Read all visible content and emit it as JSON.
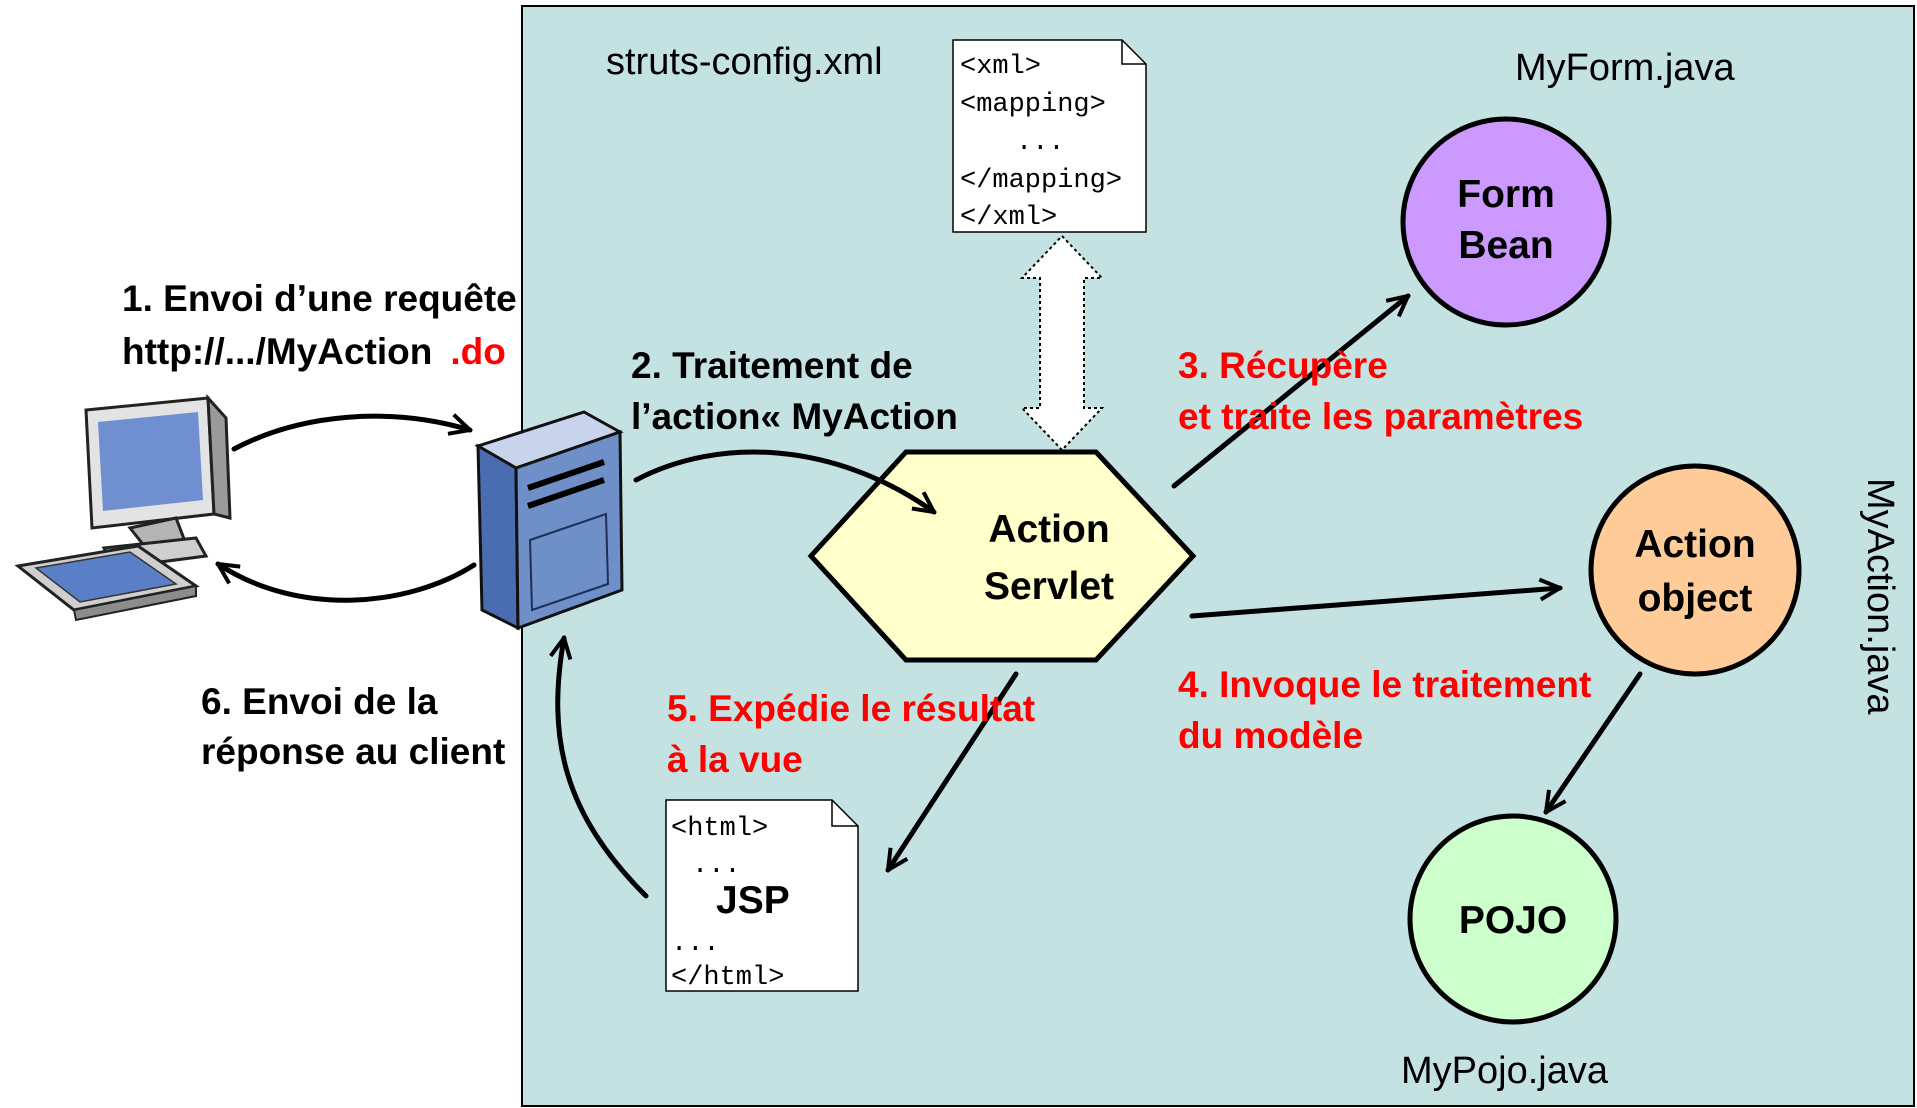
{
  "colors": {
    "container": "#c5e2e3",
    "container_border": "#000000",
    "red_text": "#ff0000",
    "form_bean": "#cc99ff",
    "action_object": "#ffcc99",
    "pojo": "#ccffcc",
    "action_servlet": "#ffffcc",
    "computer_screen": "#6f8fd0",
    "server_body": "#6f8fc8"
  },
  "files": {
    "struts_config": "struts-config.xml",
    "my_form": "MyForm.java",
    "my_action": "MyAction.java",
    "my_pojo": "MyPojo.java"
  },
  "xml_doc": {
    "lines": [
      "<xml>",
      "<mapping>",
      "...",
      "</mapping>",
      "</xml>"
    ]
  },
  "jsp_doc": {
    "lines": [
      "<html>",
      "...",
      "JSP",
      "...",
      "</html>"
    ]
  },
  "nodes": {
    "action_servlet": [
      "Action",
      "Servlet"
    ],
    "form_bean": [
      "Form",
      "Bean"
    ],
    "action_object": [
      "Action",
      "object"
    ],
    "pojo": [
      "POJO"
    ]
  },
  "steps": {
    "step1": {
      "line1": "1. Envoi d’une requête",
      "line2_main": "http://.../MyAction",
      "line2_ext": ".do"
    },
    "step2": {
      "line1": "2. Traitement de",
      "line2": "l’action« MyAction"
    },
    "step3": {
      "line1": "3. Récupère",
      "line2": "et traite les paramètres"
    },
    "step4": {
      "line1": "4. Invoque le traitement",
      "line2": "du modèle"
    },
    "step5": {
      "line1": "5. Expédie le résultat",
      "line2": "à la vue"
    },
    "step6": {
      "line1": "6. Envoi de la",
      "line2": "réponse au client"
    }
  },
  "icons": {
    "client": "desktop-computer-icon",
    "server": "server-tower-icon"
  }
}
